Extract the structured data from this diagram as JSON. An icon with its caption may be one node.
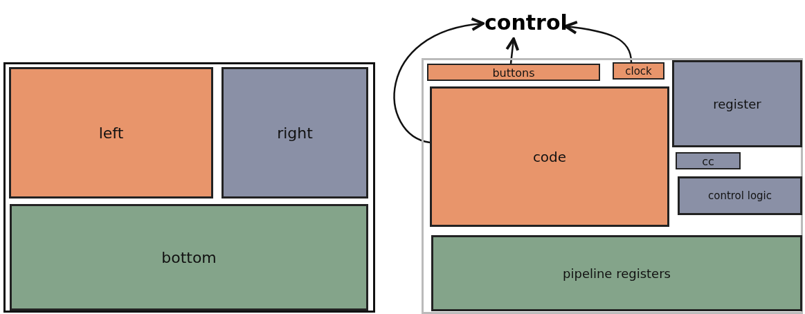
{
  "diagram": {
    "nodes": [
      {
        "text": [],
        "shape": "box"
      },
      {
        "text": [
          "left"
        ],
        "in": 0
      },
      {
        "text": [
          "right"
        ],
        "in": 0
      },
      {
        "text": [
          "bottom"
        ],
        "in": 0
      },
      {
        "text": [],
        "shape": "box"
      },
      {
        "text": [
          "buttons"
        ],
        "in": 4
      },
      {
        "text": [
          "clock"
        ],
        "in": 4
      },
      {
        "text": [
          "code"
        ],
        "in": 4
      },
      {
        "text": [
          "register"
        ],
        "in": 4
      },
      {
        "text": [
          "cc"
        ],
        "in": 4
      },
      {
        "text": [
          "control logic"
        ],
        "in": 4
      },
      {
        "text": [
          "pipeline registers"
        ],
        "in": 4
      },
      {
        "text": [
          "control"
        ]
      }
    ],
    "edges": [
      {
        "from": 7,
        "to": 12,
        "arrow": "to"
      },
      {
        "from": 5,
        "to": 12,
        "arrow": "to"
      },
      {
        "from": 6,
        "to": 12,
        "arrow": "to"
      }
    ]
  }
}
